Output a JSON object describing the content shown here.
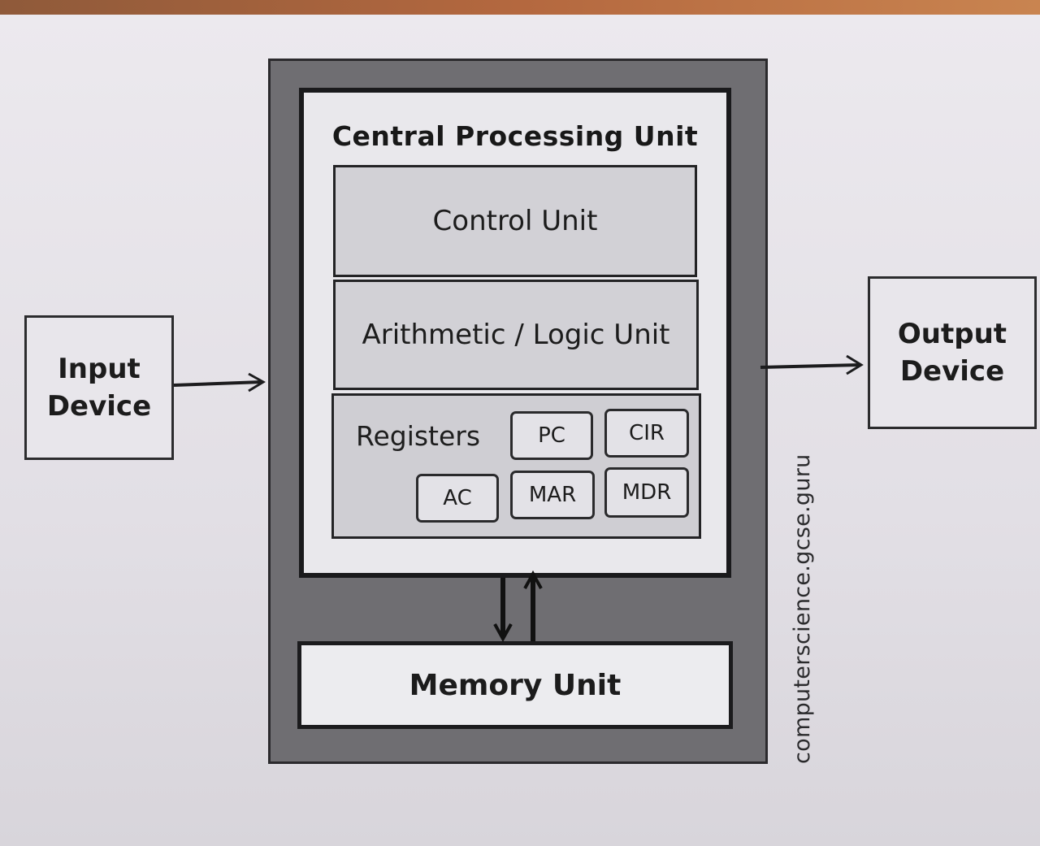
{
  "diagram": {
    "title": "Central Processing Unit",
    "control_unit": "Control Unit",
    "alu": "Arithmetic / Logic Unit",
    "registers": {
      "label": "Registers",
      "items": [
        "PC",
        "CIR",
        "AC",
        "MAR",
        "MDR"
      ]
    },
    "memory_unit": "Memory Unit",
    "input_device": [
      "Input",
      "Device"
    ],
    "output_device": [
      "Output",
      "Device"
    ],
    "watermark": "computerscience.gcse.guru"
  },
  "colors": {
    "cpu_outer": "#6f6e72",
    "unit_fill": "#d2d1d6",
    "background": "#e6e3e8",
    "line": "#1a1a1c"
  }
}
